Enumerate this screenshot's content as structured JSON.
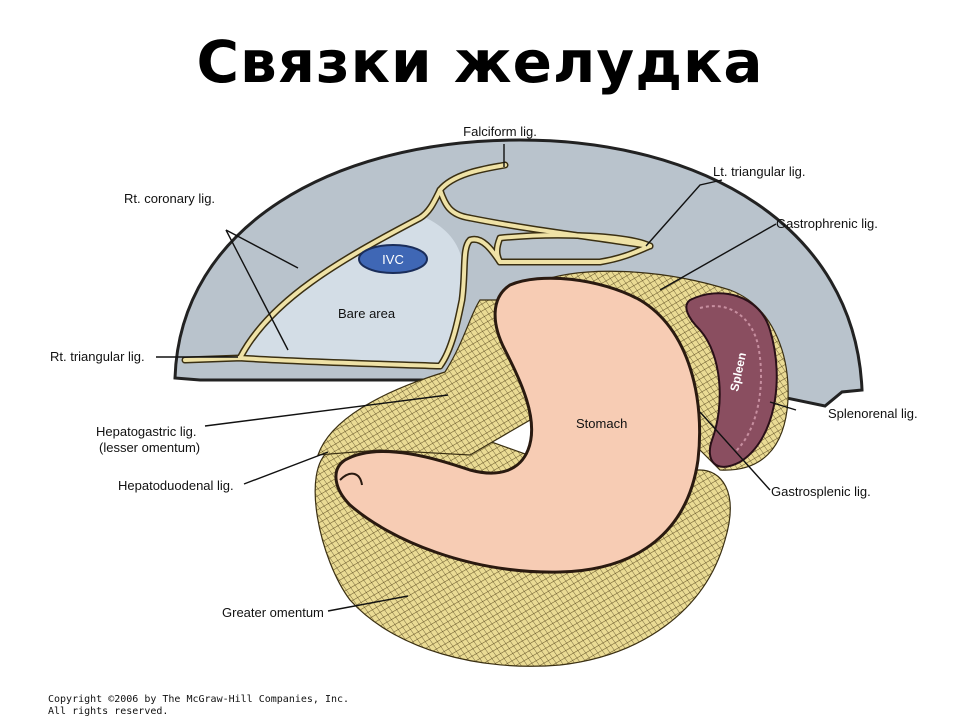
{
  "title": "Связки желудка",
  "labels": {
    "falciform": "Falciform lig.",
    "lt_triangular": "Lt. triangular lig.",
    "rt_coronary": "Rt. coronary lig.",
    "gastrophrenic": "Gastrophrenic lig.",
    "ivc": "IVC",
    "bare_area": "Bare area",
    "rt_triangular": "Rt. triangular lig.",
    "hepatogastric": "Hepatogastric lig.",
    "lesser_omentum": "(lesser omentum)",
    "stomach": "Stomach",
    "spleen": "Spleen",
    "splenorenal": "Splenorenal lig.",
    "hepatoduodenal": "Hepatoduodenal lig.",
    "gastrosplenic": "Gastrosplenic lig.",
    "greater_omentum": "Greater omentum"
  },
  "copyright": {
    "line1": "Copyright ©2006 by The McGraw-Hill Companies, Inc.",
    "line2": "All rights reserved."
  },
  "colors": {
    "diaphragm": "#b9c3cc",
    "bare_area": "#d3dde6",
    "ligament": "#e6d79a",
    "omentum": "#eadb94",
    "stomach": "#f7ccb4",
    "spleen": "#8a4e60",
    "ivc": "#3f67b5"
  }
}
